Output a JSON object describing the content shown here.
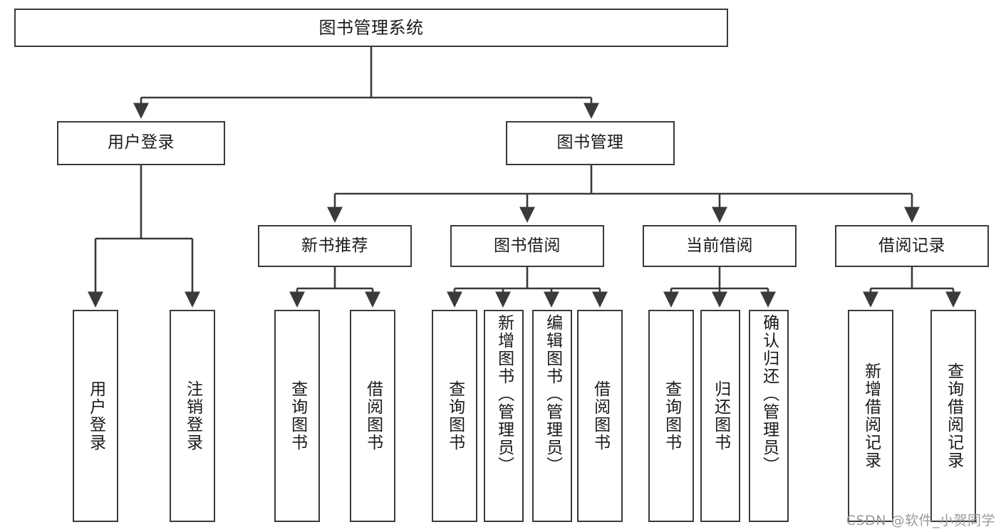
{
  "diagram": {
    "title": "图书管理系统",
    "type": "功能结构图",
    "stroke_color": "#3a3a3a",
    "text_color": "#1a1a1a",
    "background_color": "#ffffff"
  },
  "root": {
    "label": "图书管理系统"
  },
  "level1": [
    {
      "label": "用户登录"
    },
    {
      "label": "图书管理"
    }
  ],
  "level2": [
    {
      "label": "新书推荐"
    },
    {
      "label": "图书借阅"
    },
    {
      "label": "当前借阅"
    },
    {
      "label": "借阅记录"
    }
  ],
  "leaves": {
    "user_login": [
      {
        "label": "用户登录"
      },
      {
        "label": "注销登录"
      }
    ],
    "new_book": [
      {
        "label": "查询图书"
      },
      {
        "label": "借阅图书"
      }
    ],
    "book_borrow": [
      {
        "label": "查询图书"
      },
      {
        "label": "新增图书（管理员）"
      },
      {
        "label": "编辑图书（管理员）"
      },
      {
        "label": "借阅图书"
      }
    ],
    "current_borrow": [
      {
        "label": "查询图书"
      },
      {
        "label": "归还图书"
      },
      {
        "label": "确认归还（管理员）"
      }
    ],
    "borrow_record": [
      {
        "label": "新增借阅记录"
      },
      {
        "label": "查询借阅记录"
      }
    ]
  },
  "watermark": {
    "text": "CSDN @软件_小贺同学"
  }
}
